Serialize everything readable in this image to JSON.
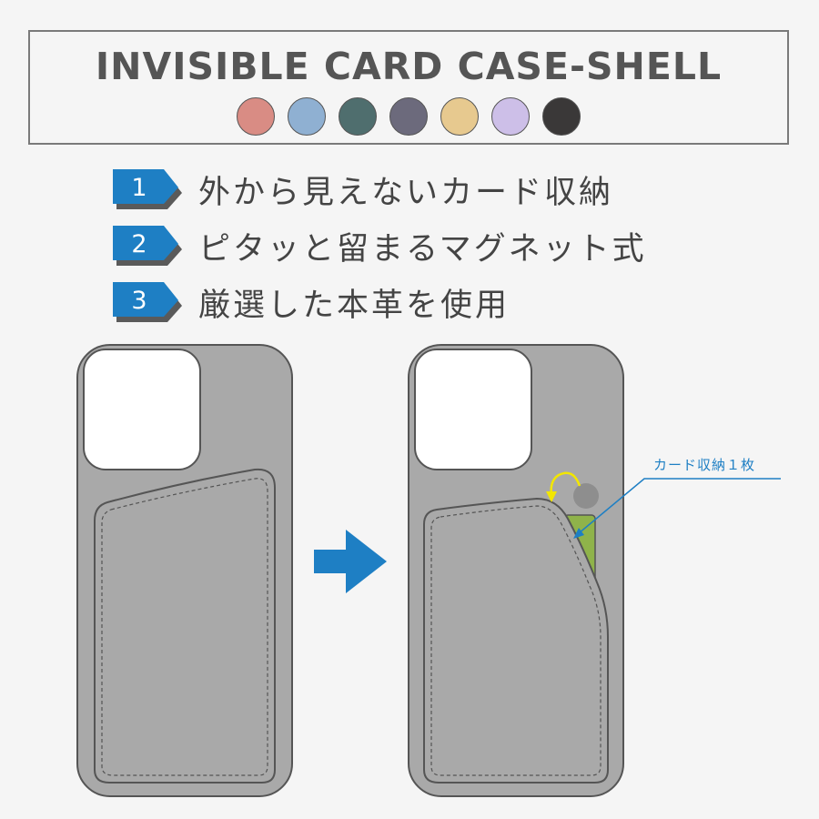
{
  "title": "INVISIBLE CARD CASE-SHELL",
  "colors": [
    "#d98c84",
    "#8fb0d2",
    "#4f6e6e",
    "#6c6a7c",
    "#e7c98f",
    "#cdbfe8",
    "#3a3838"
  ],
  "features": [
    {
      "num": "1",
      "text": "外から見えないカード収納"
    },
    {
      "num": "2",
      "text": "ピタッと留まるマグネット式"
    },
    {
      "num": "3",
      "text": "厳選した本革を使用"
    }
  ],
  "callout": "カード収納１枚",
  "accent": "#1e7fc4",
  "case_color": "#a9a9a9",
  "card_color": "#8fb34a",
  "flip_arrow_color": "#f2e600"
}
